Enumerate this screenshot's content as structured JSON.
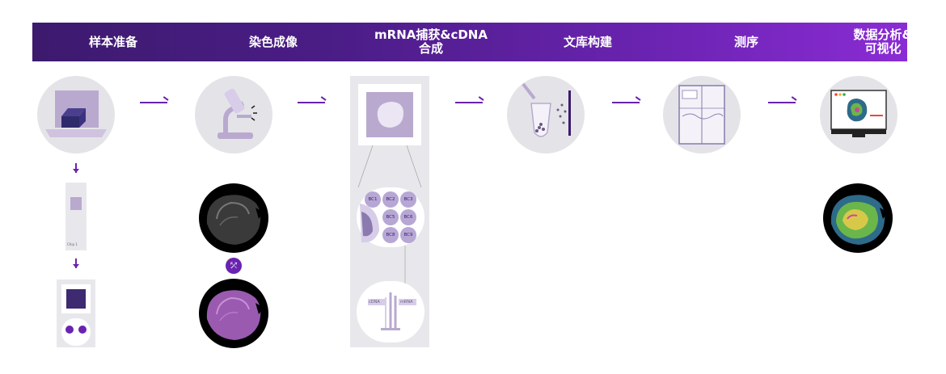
{
  "steps": [
    {
      "label": "样本准备"
    },
    {
      "label": "染色成像"
    },
    {
      "label": "mRNA捕获&cDNA\n合成"
    },
    {
      "label": "文库构建"
    },
    {
      "label": "测序"
    },
    {
      "label": "数据分析&\n可视化"
    }
  ],
  "sample_prep": {
    "chip_label": "Chip 1"
  },
  "capture": {
    "barcodes": [
      "BC1",
      "BC2",
      "BC3",
      "BC5",
      "BC6",
      "BC8",
      "BC9"
    ],
    "cdna_label": "cDNA",
    "mrna_label": "mRNA"
  },
  "colors": {
    "header_start": "#3d1a6e",
    "header_end": "#8a2cd4",
    "accent": "#6a23b0",
    "circle_bg": "#e4e4e8"
  }
}
